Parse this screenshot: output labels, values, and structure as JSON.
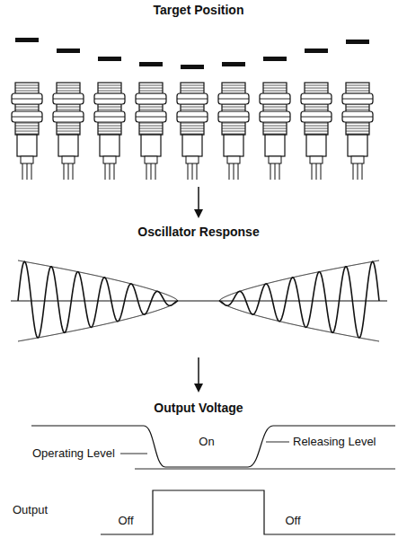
{
  "diagram": {
    "labels": [
      "Target Position",
      "Oscillator Response",
      "Output Voltage",
      "Operating Level",
      "On",
      "Releasing Level",
      "Output",
      "Off",
      "Off"
    ]
  }
}
